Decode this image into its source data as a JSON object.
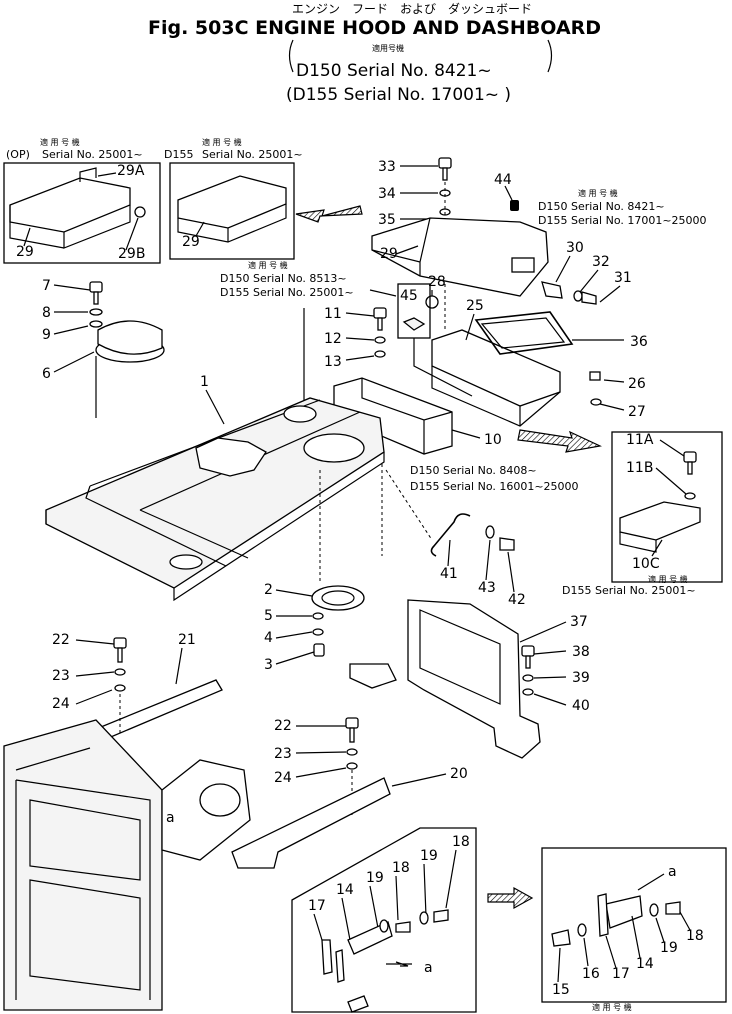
{
  "header": {
    "jp_title": "エンジン　フード　および　ダッシュボード",
    "title": "Fig. 503C  ENGINE HOOD AND DASHBOARD",
    "applicable_jp": "適用号機",
    "line1": "D150 Serial No. 8421~",
    "line2": "(D155 Serial No. 17001~ )"
  },
  "notes": {
    "box1_tag": "(OP)",
    "box1_jp": "適 用 号 機",
    "box1_serial": "Serial No. 25001~",
    "box2_model": "D155",
    "box2_jp": "適 用 号 機",
    "box2_serial": "Serial No. 25001~",
    "dash_jp": "適 用 号 機",
    "dash_l1": "D150  Serial No. 8513~",
    "dash_l2": "D155  Serial No. 25001~",
    "box36_jp": "適 用 号 機",
    "box36_l1": "D150  Serial No. 8421~",
    "box36_l2": "D155  Serial No. 17001~25000",
    "mid_l1": "D150  Serial No. 8408~",
    "mid_l2": "D155  Serial No. 16001~25000",
    "br_jp": "適 用 号 機",
    "br_l1": "D155  Serial No. 25001~",
    "bottom_jp": "適 用 号 機"
  },
  "callouts": {
    "c1": "1",
    "c2": "2",
    "c3": "3",
    "c4": "4",
    "c5": "5",
    "c6": "6",
    "c7": "7",
    "c8": "8",
    "c9": "9",
    "c10": "10",
    "c10C": "10C",
    "c11": "11",
    "c11A": "11A",
    "c11B": "11B",
    "c12": "12",
    "c13": "13",
    "c14a": "14",
    "c14b": "14",
    "c15": "15",
    "c16": "16",
    "c17a": "17",
    "c17b": "17",
    "c18a": "18",
    "c18b": "18",
    "c18c": "18",
    "c19a": "19",
    "c19b": "19",
    "c19c": "19",
    "c20": "20",
    "c21": "21",
    "c22a": "22",
    "c22b": "22",
    "c23a": "23",
    "c23b": "23",
    "c24a": "24",
    "c24b": "24",
    "c25": "25",
    "c26": "26",
    "c27": "27",
    "c28": "28",
    "c29a": "29",
    "c29b": "29",
    "c29c": "29",
    "c29A": "29A",
    "c29B": "29B",
    "c30": "30",
    "c31": "31",
    "c32": "32",
    "c33": "33",
    "c34": "34",
    "c35": "35",
    "c36": "36",
    "c37": "37",
    "c38": "38",
    "c39": "39",
    "c40": "40",
    "c41": "41",
    "c42": "42",
    "c43": "43",
    "c44": "44",
    "c45": "45",
    "a1": "a",
    "a2": "a",
    "a3": "a"
  }
}
